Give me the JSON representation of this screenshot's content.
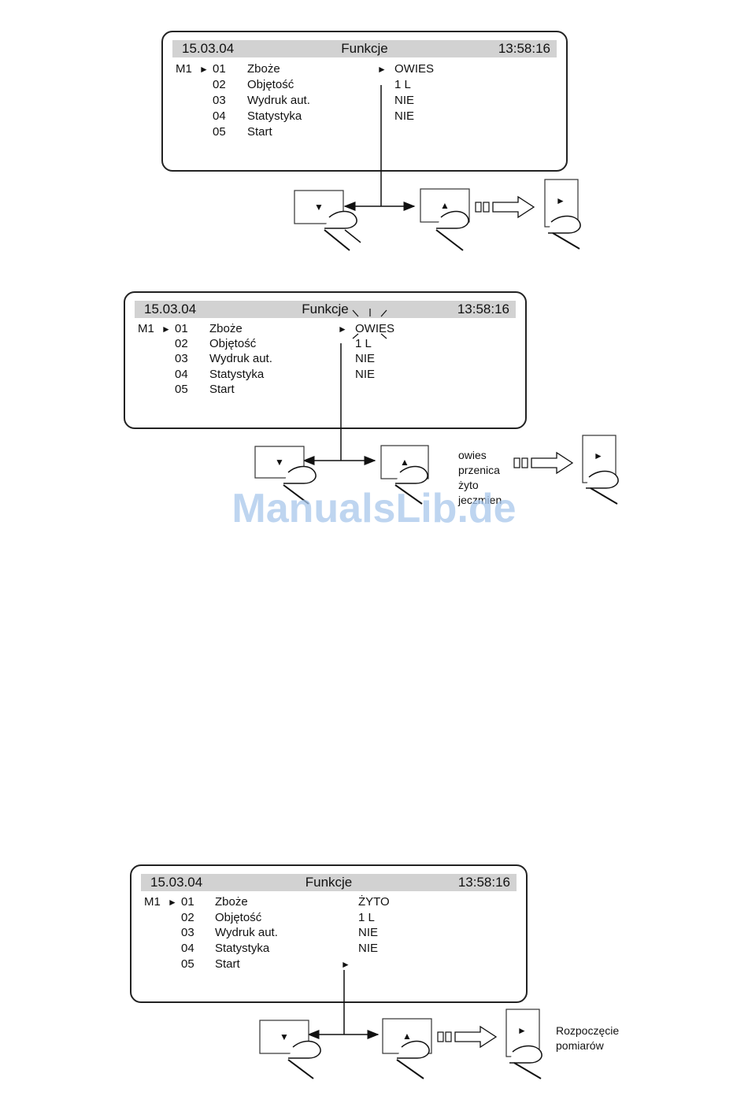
{
  "watermark": "ManualsLib.de",
  "panels": [
    {
      "header": {
        "date": "15.03.04",
        "title": "Funkcje",
        "time": "13:58:16"
      },
      "mode": "M1",
      "rows": [
        {
          "num": "01",
          "label": "Zboże",
          "value": "OWIES"
        },
        {
          "num": "02",
          "label": "Objętość",
          "value": "1 L"
        },
        {
          "num": "03",
          "label": "Wydruk aut.",
          "value": "NIE"
        },
        {
          "num": "04",
          "label": "Statystyka",
          "value": "NIE"
        },
        {
          "num": "05",
          "label": "Start",
          "value": ""
        }
      ]
    },
    {
      "header": {
        "date": "15.03.04",
        "title": "Funkcje",
        "time": "13:58:16"
      },
      "mode": "M1",
      "rows": [
        {
          "num": "01",
          "label": "Zboże",
          "value": "OWIES"
        },
        {
          "num": "02",
          "label": "Objętość",
          "value": "1 L"
        },
        {
          "num": "03",
          "label": "Wydruk aut.",
          "value": "NIE"
        },
        {
          "num": "04",
          "label": "Statystyka",
          "value": "NIE"
        },
        {
          "num": "05",
          "label": "Start",
          "value": ""
        }
      ],
      "options": [
        "owies",
        "przenica",
        "żyto",
        "jeczmien"
      ]
    },
    {
      "header": {
        "date": "15.03.04",
        "title": "Funkcje",
        "time": "13:58:16"
      },
      "mode": "M1",
      "rows": [
        {
          "num": "01",
          "label": "Zboże",
          "value": "ŻYTO"
        },
        {
          "num": "02",
          "label": "Objętość",
          "value": "1 L"
        },
        {
          "num": "03",
          "label": "Wydruk aut.",
          "value": "NIE"
        },
        {
          "num": "04",
          "label": "Statystyka",
          "value": "NIE"
        },
        {
          "num": "05",
          "label": "Start",
          "value": ""
        }
      ],
      "note": [
        "Rozpoczęcie",
        "pomiarów"
      ]
    }
  ],
  "icons": {
    "down_key": "▼",
    "up_key": "▲",
    "enter_key": "►",
    "pointer": "►"
  }
}
